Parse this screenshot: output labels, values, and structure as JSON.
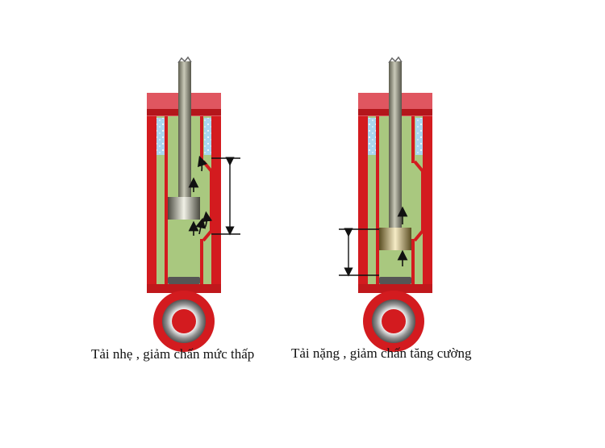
{
  "captions": {
    "light_load": "Tải nhẹ , giảm chấn mức thấp",
    "heavy_load": "Tải nặng , giảm chấn tăng cường"
  },
  "colors": {
    "body_red": "#d31b1f",
    "dark_red": "#8c0f12",
    "cap_pink": "#e05660",
    "fluid_green": "#a9c87f",
    "gas_blue": "#a8d6ef",
    "rod_gray": "#8a8a78",
    "arrow": "#111111",
    "background": "#ffffff"
  },
  "icons": {
    "arrow": "up-arrow",
    "dimension": "double-headed-dimension-arrow"
  }
}
